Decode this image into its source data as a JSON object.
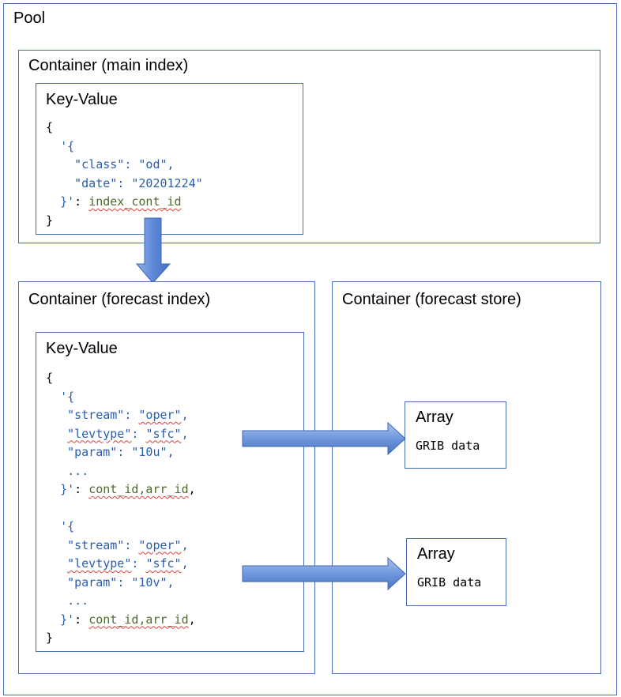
{
  "pool": {
    "title": "Pool"
  },
  "main_index": {
    "title": "Container (main index)",
    "kv": {
      "title": "Key-Value",
      "open_brace": "{",
      "key_open": "'{",
      "line1_key": "\"class\"",
      "line1_sep": ": ",
      "line1_val": "\"od\"",
      "line1_end": ",",
      "line2_key": "\"date\"",
      "line2_sep": ": ",
      "line2_val": "\"20201224\"",
      "key_close": "}'",
      "key_colon": ": ",
      "value": "index_cont_id",
      "close_brace": "}"
    }
  },
  "forecast_index": {
    "title": "Container (forecast index)",
    "kv": {
      "title": "Key-Value",
      "open_brace": "{",
      "entry1": {
        "key_open": "'{",
        "stream_key": "\"stream\"",
        "stream_val": "\"oper\"",
        "levtype_key": "\"levtype\"",
        "levtype_val": "\"sfc\"",
        "param_key": "\"param\"",
        "param_val": "\"10u\"",
        "ellipsis": "...",
        "key_close": "}'",
        "value": "cont_id,arr_id",
        "trail": ","
      },
      "entry2": {
        "key_open": "'{",
        "stream_key": "\"stream\"",
        "stream_val": "\"oper\"",
        "levtype_key": "\"levtype\"",
        "levtype_val": "\"sfc\"",
        "param_key": "\"param\"",
        "param_val": "\"10v\"",
        "ellipsis": "...",
        "key_close": "}'",
        "value": "cont_id,arr_id",
        "trail": ","
      },
      "close_brace": "}"
    }
  },
  "forecast_store": {
    "title": "Container (forecast store)",
    "arrays": [
      {
        "title": "Array",
        "content": "GRIB data"
      },
      {
        "title": "Array",
        "content": "GRIB data"
      }
    ]
  },
  "colors": {
    "border": "#4a6fb5",
    "key_text": "#2a5db0",
    "value_text": "#4a6b2a",
    "arrow_fill": "#6f97dc"
  }
}
